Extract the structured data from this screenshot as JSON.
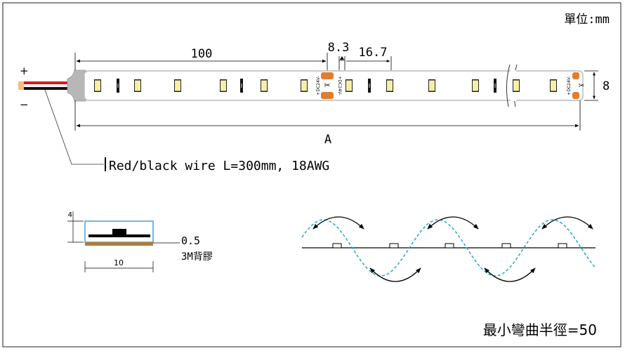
{
  "unit_label": "單位:mm",
  "dimensions": {
    "segment_length": "100",
    "cut_gap": "8.3",
    "led_pitch": "16.7",
    "strip_width": "8",
    "total_length": "A"
  },
  "polarity": {
    "positive": "+",
    "negative": "−"
  },
  "wire_note": "Red/black wire L=300mm, 18AWG",
  "pad_label": "+DC24V-",
  "cross_section": {
    "height": "4",
    "width": "10",
    "thickness": "0.5",
    "adhesive": "3M背膠"
  },
  "bend_radius_note": "最小彎曲半徑=50",
  "colors": {
    "led_yellow": "#f6f0a6",
    "solder_pad": "#e27d2e",
    "strip_border": "#b9b9b9",
    "wire_red": "#d71920",
    "wire_black": "#111111",
    "cross_section_outline": "#3d97cf",
    "adhesive_layer": "#b07a3b",
    "wave_dashed": "#2aa9d6"
  }
}
